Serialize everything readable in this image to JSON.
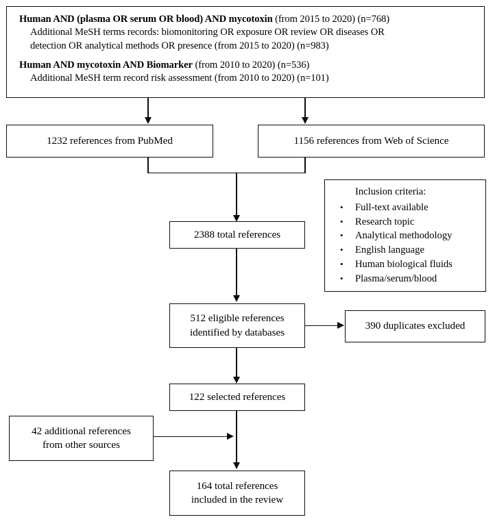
{
  "diagram": {
    "title": "PRISMA-style literature search flow diagram",
    "line_color": "#0d0d0d",
    "background": "#ffffff"
  },
  "query_box": {
    "lines": [
      "Human AND (plasma OR serum OR blood) AND mycotoxin (from 2015 to 2020) (n=768)",
      "Additional MeSH terms records: biomonitoring OR exposure OR review OR diseases OR",
      "detection OR analytical methods OR presence (from 2015 to 2020) (n=983)",
      "Human AND mycotoxin AND Biomarker (from 2010 to 2020) (n=536)",
      "Additional MeSH term record risk assessment (from 2010 to 2020) (n=101)"
    ],
    "line1_bold": "Human AND (plasma OR serum OR blood) AND mycotoxin",
    "line1_rest": " (from 2015 to 2020) (n=768)",
    "line4_bold": "Human AND mycotoxin AND Biomarker",
    "line4_rest": " (from 2010 to 2020) (n=536)"
  },
  "sources": {
    "pubmed": "1232 references  from PubMed",
    "web_of_science": "1156 references from Web of Science"
  },
  "totals": {
    "combined": "2388 total references",
    "eligible_line1": "512 eligible references",
    "eligible_line2": "identified by databases",
    "duplicates": "390 duplicates excluded",
    "selected": "122  selected references",
    "additional_line1": "42 additional references",
    "additional_line2": "from other sources",
    "final_line1": "164 total references",
    "final_line2": "included in the review"
  },
  "inclusion_criteria": {
    "title": "Inclusion criteria:",
    "bullet": "•",
    "items": [
      "Full-text available",
      "Research topic",
      "Analytical methodology",
      "English language",
      "Human biological fluids",
      "Plasma/serum/blood"
    ]
  }
}
